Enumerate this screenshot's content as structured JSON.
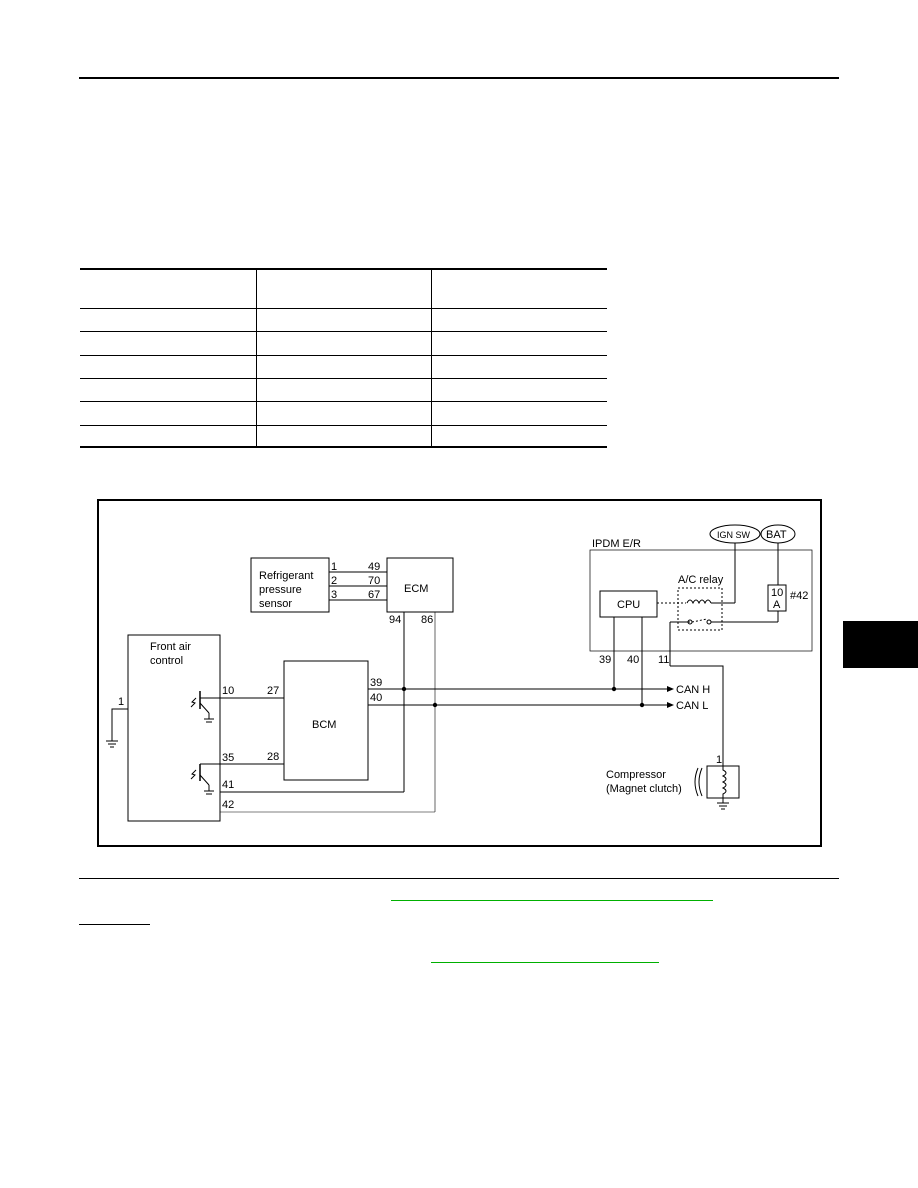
{
  "diagram": {
    "refrigerant_sensor": [
      "Refrigerant",
      "pressure",
      "sensor"
    ],
    "sensor_pins": [
      "1",
      "2",
      "3"
    ],
    "ecm_label": "ECM",
    "ecm_pins_in": [
      "49",
      "70",
      "67"
    ],
    "ecm_pins_out": [
      "94",
      "86"
    ],
    "ipdm_label": "IPDM E/R",
    "ign_sw": "IGN SW",
    "bat": "BAT",
    "cpu_label": "CPU",
    "ac_relay": "A/C relay",
    "fuse_top": "10",
    "fuse_bottom": "A",
    "fuse_number": "#42",
    "ipdm_pins": [
      "39",
      "40",
      "11"
    ],
    "front_air_control": [
      "Front air",
      "control"
    ],
    "fac_pins": [
      "1",
      "10",
      "35",
      "41",
      "42"
    ],
    "bcm_label": "BCM",
    "bcm_pins": [
      "27",
      "28",
      "39",
      "40"
    ],
    "can_h": "CAN H",
    "can_l": "CAN L",
    "compressor": [
      "Compressor",
      "(Magnet clutch)"
    ],
    "compressor_pin": "1"
  }
}
